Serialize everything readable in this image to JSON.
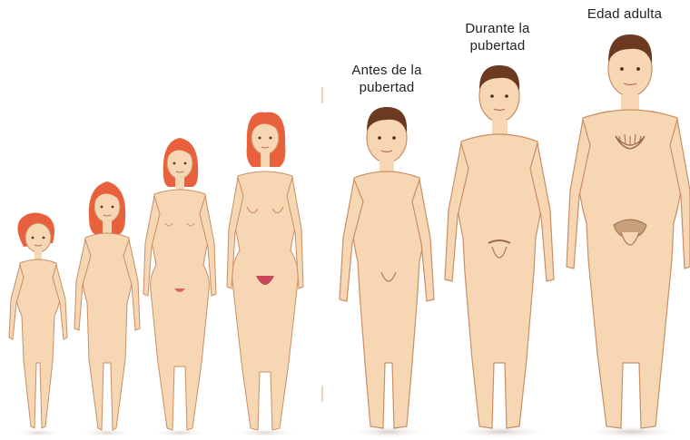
{
  "left_figure": {
    "figures": [
      "female-figure-child",
      "female-figure-preteen",
      "female-figure-teen",
      "female-figure-adult"
    ]
  },
  "right_figure": {
    "labels": {
      "before_puberty": [
        "Antes de la",
        "pubertad"
      ],
      "during_puberty": [
        "Durante la",
        "pubertad"
      ],
      "adulthood": [
        "Edad adulta"
      ]
    }
  },
  "colors": {
    "skin": "#f7d6b4",
    "outline": "#c98e64",
    "female_hair": "#e8613c",
    "male_hair": "#6b3a20",
    "body_hair": "#9a6a4a"
  }
}
